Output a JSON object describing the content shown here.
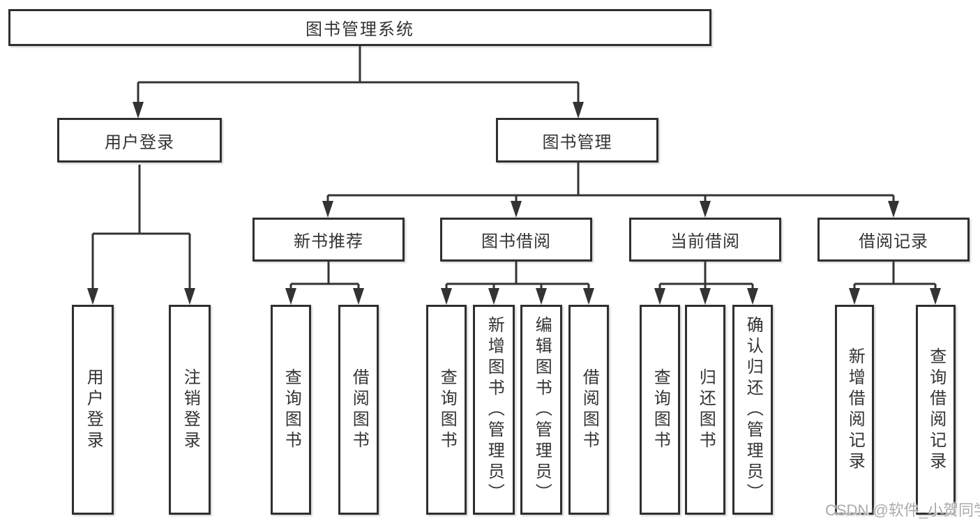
{
  "diagram": {
    "title": "图书管理系统",
    "watermark": "CSDN @软件_小贺同学",
    "colors": {
      "line": "#333333",
      "box_border": "#2f2f2f",
      "text": "#333333",
      "watermark": "#ababab",
      "background": "#ffffff"
    },
    "tree": {
      "label": "图书管理系统",
      "children": [
        {
          "label": "用户登录",
          "children": [
            {
              "label": "用户登录"
            },
            {
              "label": "注销登录"
            }
          ]
        },
        {
          "label": "图书管理",
          "children": [
            {
              "label": "新书推荐",
              "children": [
                {
                  "label": "查询图书"
                },
                {
                  "label": "借阅图书"
                }
              ]
            },
            {
              "label": "图书借阅",
              "children": [
                {
                  "label": "查询图书"
                },
                {
                  "label": "新增图书（管理员）"
                },
                {
                  "label": "编辑图书（管理员）"
                },
                {
                  "label": "借阅图书"
                }
              ]
            },
            {
              "label": "当前借阅",
              "children": [
                {
                  "label": "查询图书"
                },
                {
                  "label": "归还图书"
                },
                {
                  "label": "确认归还（管理员）"
                }
              ]
            },
            {
              "label": "借阅记录",
              "children": [
                {
                  "label": "新增借阅记录"
                },
                {
                  "label": "查询借阅记录"
                }
              ]
            }
          ]
        }
      ]
    }
  }
}
